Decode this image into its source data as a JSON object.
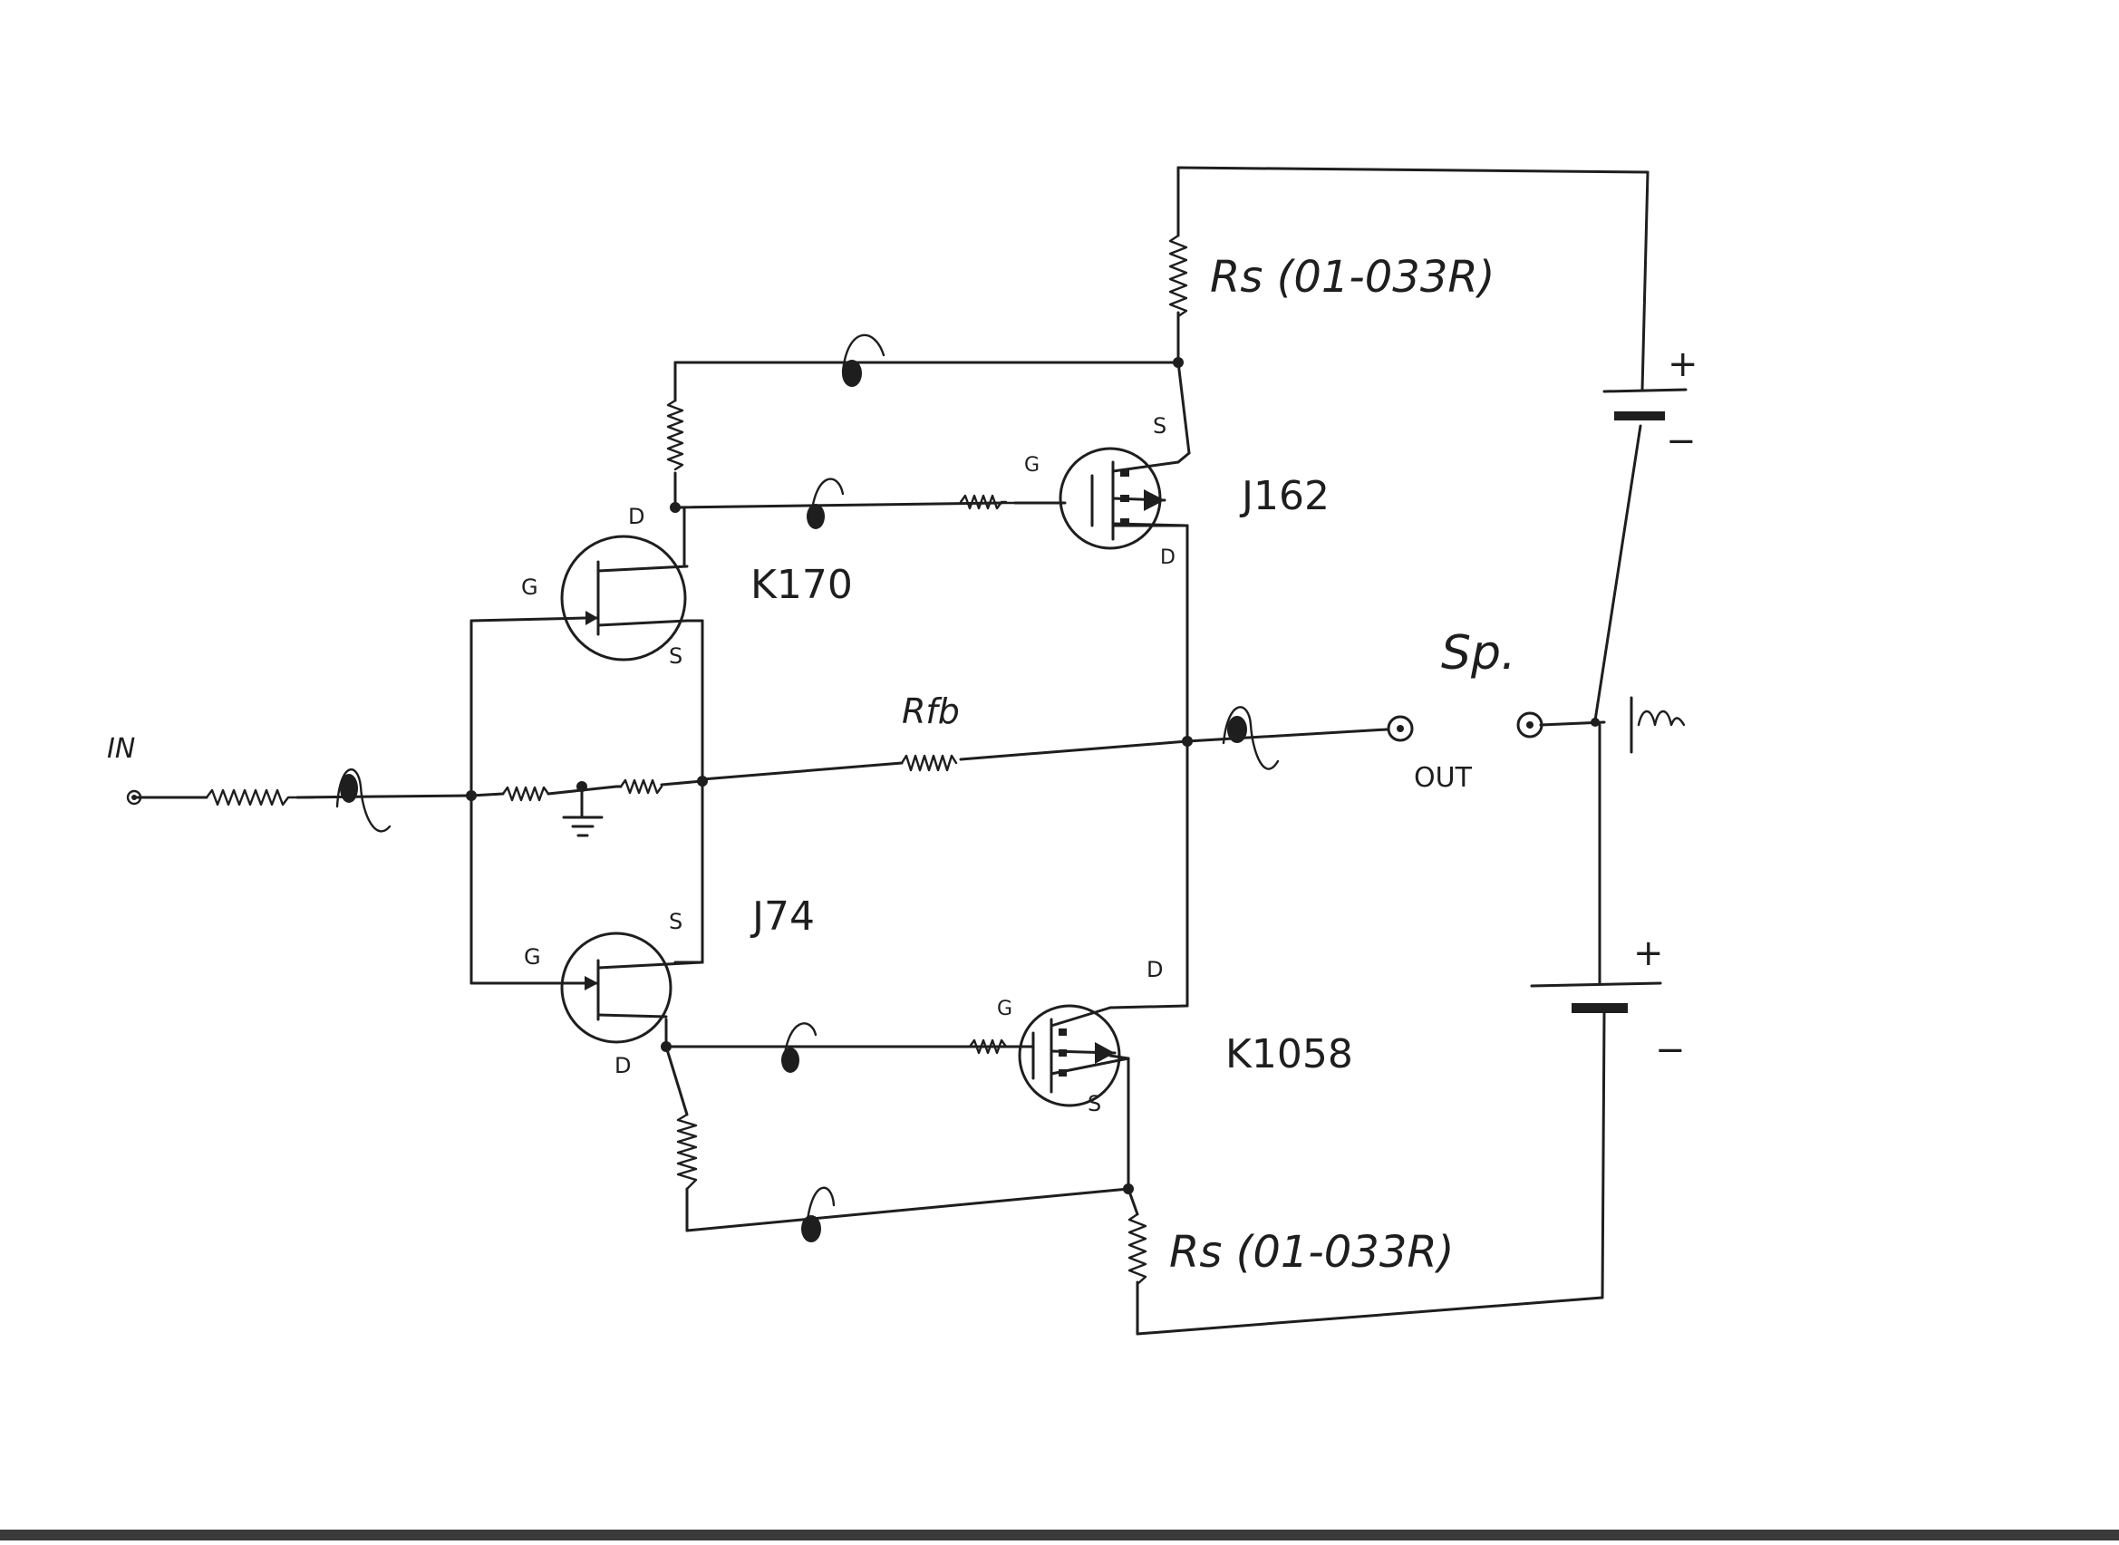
{
  "labels": {
    "input": "IN",
    "output": "OUT",
    "speaker": "Sp.",
    "rfb": "Rfb",
    "rs_top": "Rs (01-033R)",
    "rs_bottom": "Rs (01-033R)",
    "pin_g": "G",
    "pin_s": "S",
    "pin_d": "D",
    "plus": "+",
    "minus": "−"
  },
  "parts": {
    "q1": "K170",
    "q2": "J162",
    "q3": "J74",
    "q4": "K1058"
  },
  "icons": {
    "resistor": "zigzag-resistor-icon",
    "ground": "ground-icon",
    "battery": "battery-icon",
    "capacitor": "capacitor-icon",
    "speaker": "speaker-terminal-icon",
    "transistor": "fet-icon"
  },
  "colors": {
    "ink": "#1e1e1e",
    "paper": "#ffffff"
  }
}
